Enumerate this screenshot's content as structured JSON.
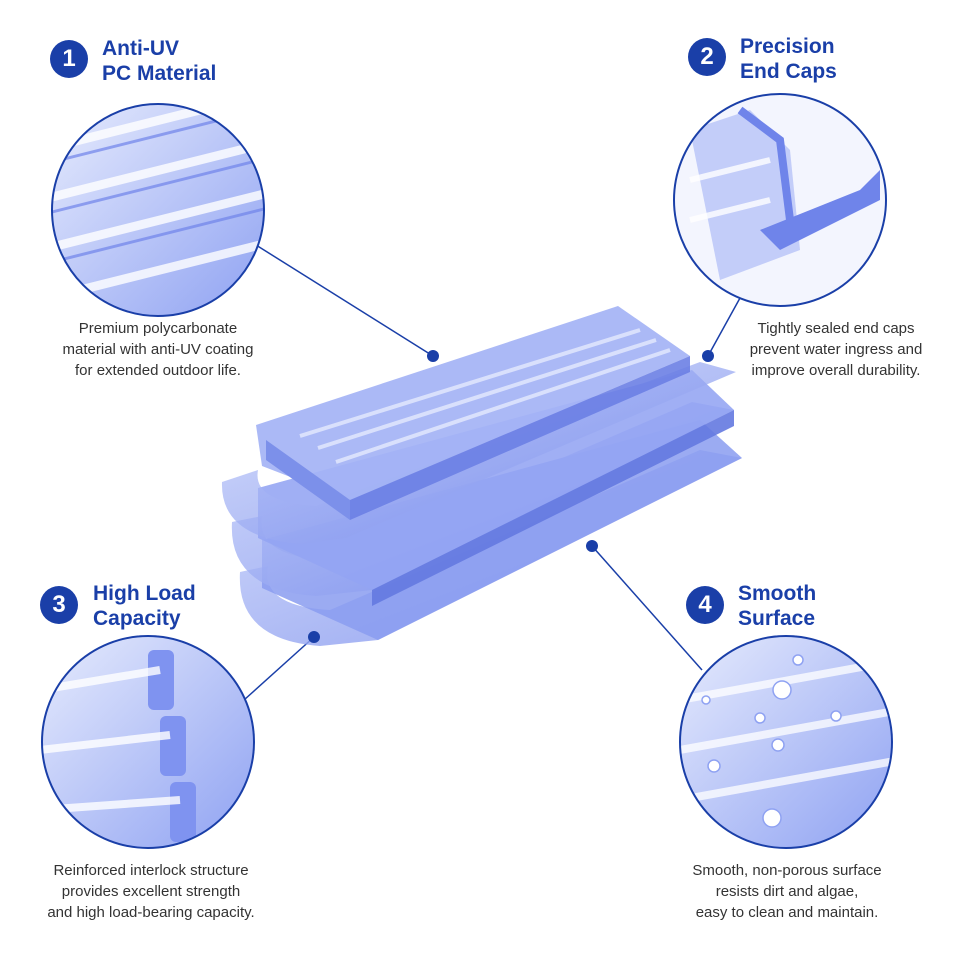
{
  "colors": {
    "accent": "#1a3fa8",
    "product": "#7f93f0",
    "text": "#333333"
  },
  "features": [
    {
      "number": "1",
      "title_lines": [
        "Anti-UV",
        "PC Material"
      ],
      "desc_lines": [
        "Premium polycarbonate",
        "material with anti-UV coating",
        "for extended outdoor life."
      ]
    },
    {
      "number": "2",
      "title_lines": [
        "Precision",
        "End Caps"
      ],
      "desc_lines": [
        "Tightly sealed end caps",
        "prevent water ingress and",
        "improve overall durability."
      ]
    },
    {
      "number": "3",
      "title_lines": [
        "High Load",
        "Capacity"
      ],
      "desc_lines": [
        "Reinforced interlock structure",
        "provides excellent strength",
        "and high load-bearing capacity."
      ]
    },
    {
      "number": "4",
      "title_lines": [
        "Smooth",
        "Surface"
      ],
      "desc_lines": [
        "Smooth, non-porous surface",
        "resists dirt and algae,",
        "easy to clean and maintain."
      ]
    }
  ]
}
